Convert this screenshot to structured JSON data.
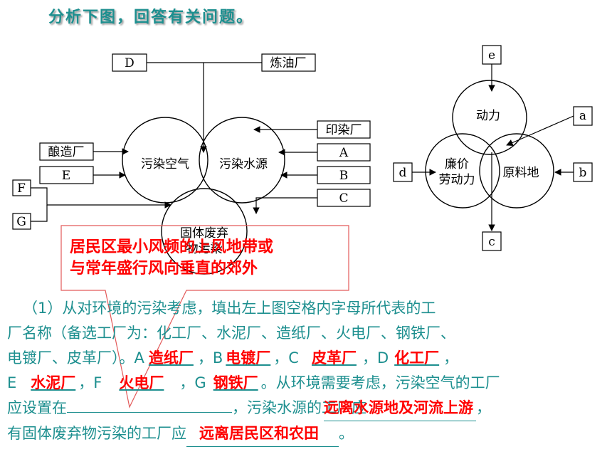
{
  "title": "分析下图，回答有关问题。",
  "left_diagram": {
    "circles": {
      "air": "污染空气",
      "water": "污染水源",
      "solid_line1": "固体废弃",
      "solid_line2": "物污染"
    },
    "boxes": {
      "D": "D",
      "refinery": "炼油厂",
      "dyeing": "印染厂",
      "A": "A",
      "B": "B",
      "C": "C",
      "brewery": "酿造厂",
      "E": "E",
      "F": "F",
      "G": "G"
    }
  },
  "right_diagram": {
    "circles": {
      "power": "动力",
      "labor_line1": "廉价",
      "labor_line2": "劳动力",
      "material": "原料地"
    },
    "boxes": {
      "e": "e",
      "a": "a",
      "d": "d",
      "b": "b",
      "c": "c"
    }
  },
  "callout": {
    "line1": "居民区最小风频的上风地带或",
    "line2": "与常年盛行风向垂直的郊外"
  },
  "question": {
    "l1": "（1）从对环境的污染考虑，填出左上图空格内字母所代表的工",
    "l2": "厂名称（备选工厂为：化工厂、水泥厂、造纸厂、火电厂、钢铁厂、",
    "l3_a": "电镀厂、皮革厂）。A",
    "ans_A": "造纸厂",
    "l3_b": "，B",
    "ans_B": "电镀厂",
    "l3_c": "，C",
    "ans_C": "皮革厂",
    "l3_d": "，D",
    "ans_D": "化工厂",
    "l3_e": "，",
    "l4_e": "E",
    "ans_E": "水泥厂",
    "l4_f": "，F",
    "ans_F": "火电厂",
    "l4_g": "，G",
    "ans_G": "钢铁厂",
    "l4_end": "。从环境需要考虑，污染空气的工厂",
    "l5_a": "应设置在",
    "l5_b": "，污染水源的工厂应",
    "ans_water": "远离水源地及河流上游",
    "l5_end": "，",
    "l6_a": "有固体废弃物污染的工厂应",
    "ans_solid": "远离居民区和农田",
    "l6_end": "。"
  },
  "colors": {
    "teal": "#1d8f8f",
    "red": "#ff0000"
  }
}
